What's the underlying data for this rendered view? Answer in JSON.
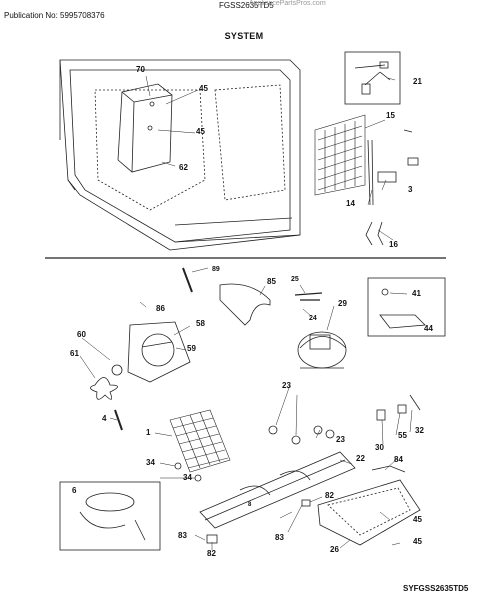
{
  "header": {
    "publication": "Publication No: 5995708376",
    "model": "FGSS2635TD5",
    "site": "AppliancePartsPros.com"
  },
  "title": "SYSTEM",
  "footer": "SYFGSS2635TD5",
  "callouts": [
    "70",
    "45",
    "45",
    "62",
    "21",
    "15",
    "3",
    "14",
    "16",
    "89",
    "85",
    "25",
    "24",
    "29",
    "41",
    "86",
    "58",
    "59",
    "60",
    "61",
    "44",
    "23",
    "23",
    "4",
    "1",
    "34",
    "34",
    "22",
    "84",
    "6",
    "8",
    "82",
    "83",
    "83",
    "82",
    "26",
    "45",
    "45",
    "30",
    "55",
    "32"
  ]
}
